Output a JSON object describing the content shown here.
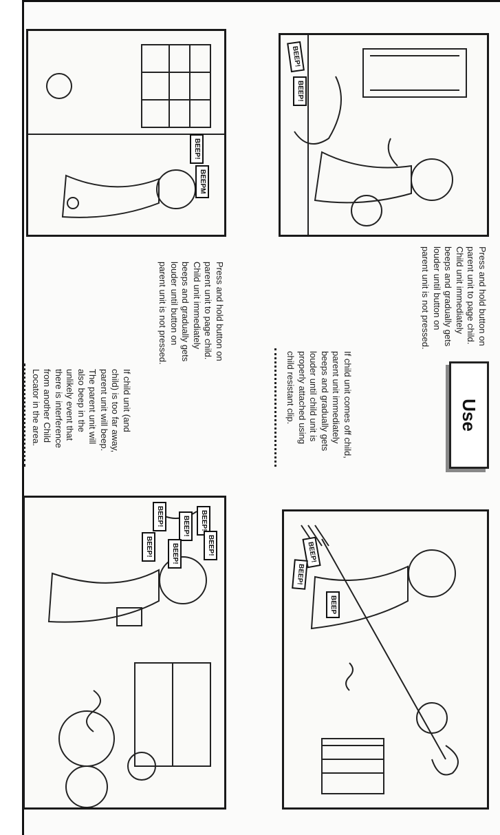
{
  "section_title": "Use",
  "captions": {
    "top_left": "Press and hold button on\nparent unit to page child.\nChild unit immediately\nbeeps and gradually gets\nlouder until button on\nparent unit is not pressed.",
    "top_right": "If child unit comes off child,\nparent unit immediately\nbeeps and gradually gets\nlouder until child unit is\nproperly attached using\nchild resistant clip.",
    "bottom_left": "Press and hold button on\nparent unit to page child.\nChild unit immediately\nbeeps and gradually gets\nlouder until button on\nparent unit is not pressed.",
    "bottom_right": "If child unit (and\nchild) is too far away,\nparent unit will beep.\nThe parent unit will\nalso beep in the\nunlikely event that\nthere is interference\nfrom another Child\nLocator in the area."
  },
  "beep_labels": {
    "beep": "BEEP!",
    "beep_plain": "BEEP",
    "beep_worn": "BEEPM"
  }
}
